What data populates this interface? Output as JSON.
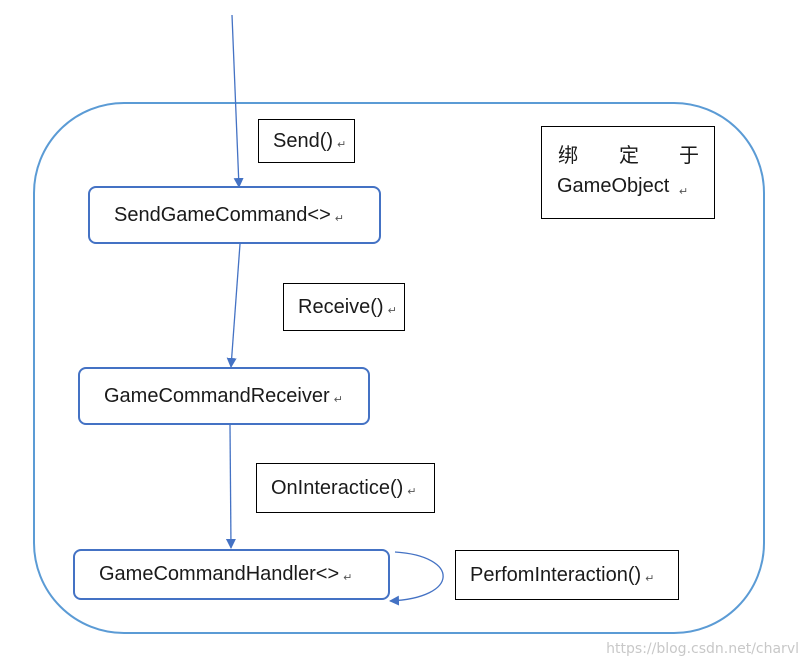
{
  "nodes": {
    "send_game_command": "SendGameCommand<>",
    "game_command_receiver": "GameCommandReceiver",
    "game_command_handler": "GameCommandHandler<>"
  },
  "labels": {
    "send": "Send()",
    "receive": "Receive()",
    "on_interactice": "OnInteractice()",
    "perfom_interaction": "PerfomInteraction()"
  },
  "note": {
    "char1": "绑",
    "char2": "定",
    "char3": "于",
    "line2": "GameObject"
  },
  "return_mark": "↵",
  "watermark": "https://blog.csdn.net/charvl",
  "colors": {
    "arrow": "#4472c4",
    "container": "#5b9bd5",
    "node_border": "#4472c4"
  },
  "icons": {
    "return_mark": "paragraph-return-icon"
  }
}
